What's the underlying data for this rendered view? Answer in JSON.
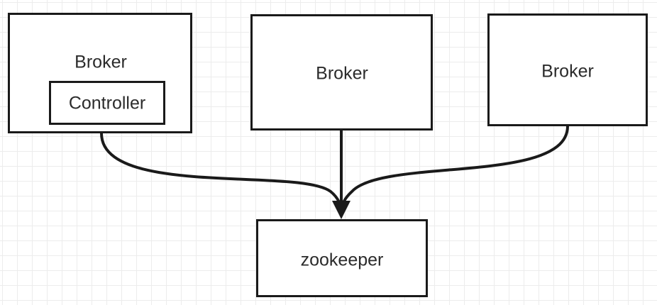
{
  "diagram": {
    "nodes": [
      {
        "id": "broker-1",
        "label": "Broker",
        "child": {
          "id": "controller",
          "label": "Controller"
        }
      },
      {
        "id": "broker-2",
        "label": "Broker"
      },
      {
        "id": "broker-3",
        "label": "Broker"
      },
      {
        "id": "zookeeper",
        "label": "zookeeper"
      }
    ],
    "edges": [
      {
        "from": "broker-1",
        "to": "zookeeper"
      },
      {
        "from": "broker-2",
        "to": "zookeeper"
      },
      {
        "from": "broker-3",
        "to": "zookeeper"
      }
    ],
    "colors": {
      "stroke": "#1a1a1a",
      "text": "#2b2b2b",
      "grid": "#ececec",
      "background": "#ffffff"
    }
  }
}
